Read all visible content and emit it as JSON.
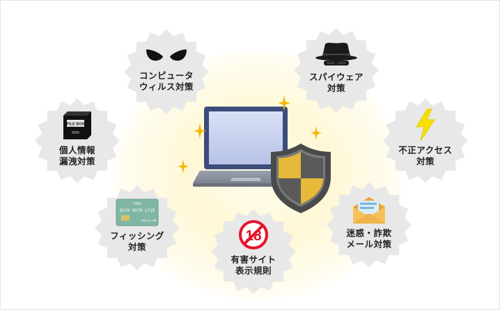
{
  "illustration": {
    "center": {
      "laptop": "laptop-icon",
      "shield": "shield-icon",
      "sparkles": "sparkle-icon",
      "colors": {
        "shield_gold": "#d4a829",
        "shield_dark": "#444444",
        "glow": "#fff6cc"
      }
    },
    "badge_color": "#e8e8e8",
    "badges": [
      {
        "id": "virus",
        "line1": "コンピュータ",
        "line2": "ウィルス対策",
        "icon": "angry-eyes-icon"
      },
      {
        "id": "spyware",
        "line1": "スパイウェア",
        "line2": "対策",
        "icon": "spy-hat-icon"
      },
      {
        "id": "privacy",
        "line1": "個人情報",
        "line2": "漏洩対策",
        "icon": "file-box-icon",
        "icon_text": "FILE BOX"
      },
      {
        "id": "intrusion",
        "line1": "不正アクセス",
        "line2": "対策",
        "icon": "lightning-icon"
      },
      {
        "id": "phishing",
        "line1": "フィッシング",
        "line2": "対策",
        "icon": "credit-card-icon",
        "icon_text": [
          "VISA",
          "0170 6579 1719",
          "05/11-05"
        ]
      },
      {
        "id": "harmful",
        "line1": "有害サイト",
        "line2": "表示規則",
        "icon": "no-under-18-icon",
        "icon_text": "18"
      },
      {
        "id": "spam",
        "line1": "迷惑・詐欺",
        "line2": "メール対策",
        "icon": "envelope-icon"
      }
    ]
  }
}
